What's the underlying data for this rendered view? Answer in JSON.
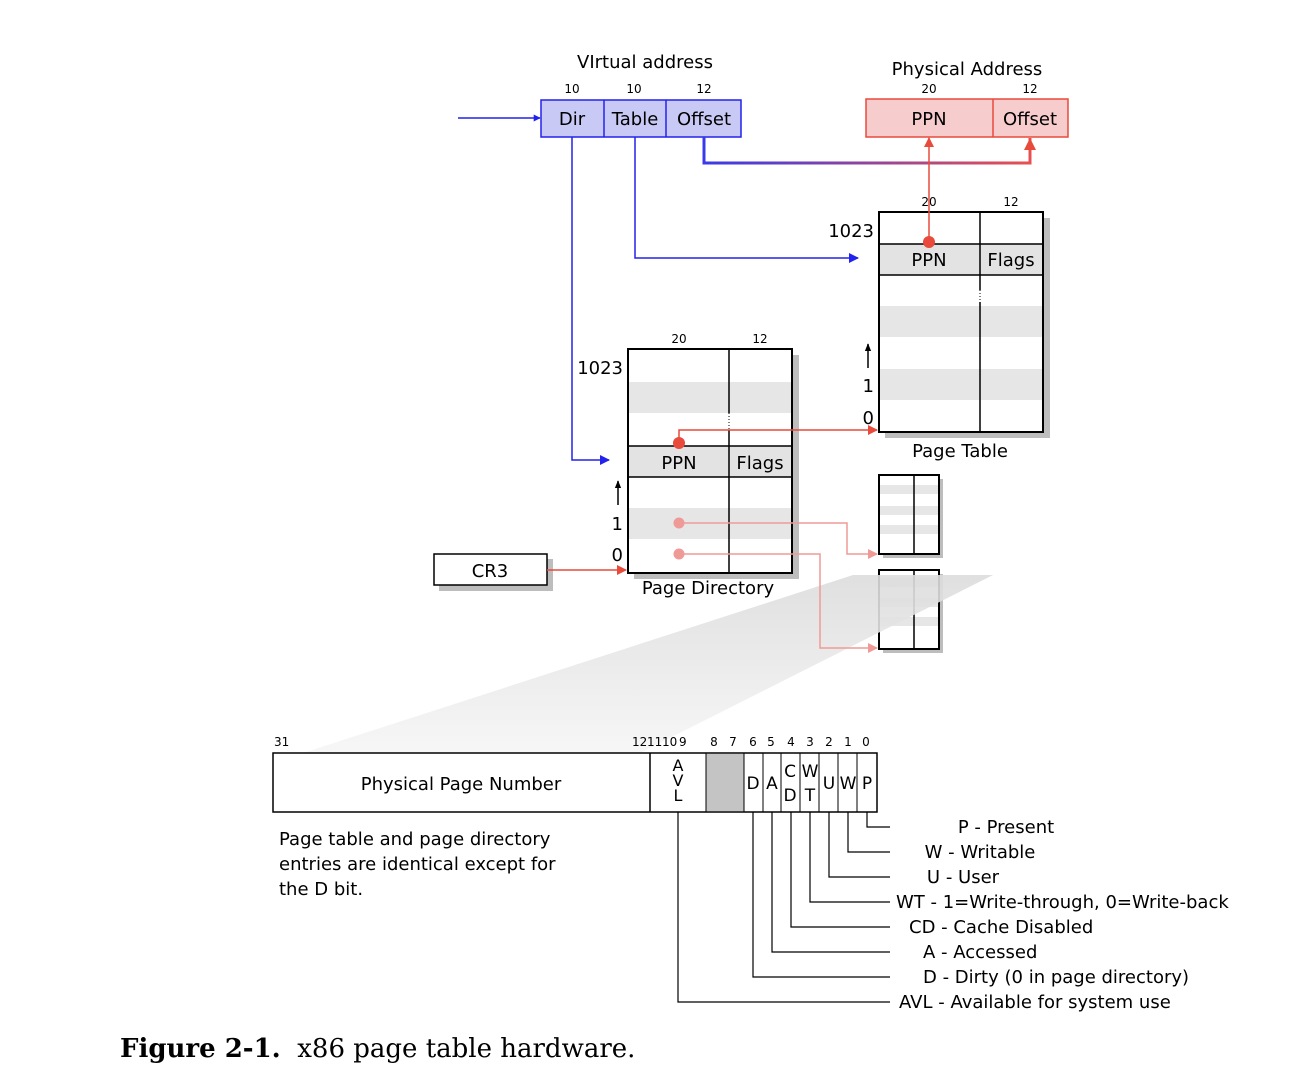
{
  "virtual_address": {
    "title": "VIrtual address",
    "bits": [
      "10",
      "10",
      "12"
    ],
    "fields": [
      "Dir",
      "Table",
      "Offset"
    ]
  },
  "physical_address": {
    "title": "Physical Address",
    "bits": [
      "20",
      "12"
    ],
    "fields": [
      "PPN",
      "Offset"
    ]
  },
  "page_table": {
    "title": "Page Table",
    "bits": [
      "20",
      "12"
    ],
    "top_index": "1023",
    "entry": [
      "PPN",
      "Flags"
    ],
    "index_one": "1",
    "index_zero": "0"
  },
  "page_directory": {
    "title": "Page Directory",
    "bits": [
      "20",
      "12"
    ],
    "top_index": "1023",
    "entry": [
      "PPN",
      "Flags"
    ],
    "index_one": "1",
    "index_zero": "0"
  },
  "cr3": "CR3",
  "pte": {
    "bit_positions": [
      "31",
      "12",
      "11",
      "10",
      "9",
      "8",
      "7",
      "6",
      "5",
      "4",
      "3",
      "2",
      "1",
      "0"
    ],
    "ppn_label": "Physical Page Number",
    "avl_letters": [
      "A",
      "V",
      "L"
    ],
    "d": "D",
    "a": "A",
    "cd": [
      "C",
      "D"
    ],
    "wt": [
      "W",
      "T"
    ],
    "u": "U",
    "w": "W",
    "p": "P",
    "note": [
      "Page table and page directory",
      "entries are identical except for",
      "the D bit."
    ],
    "legend": [
      "P - Present",
      "W - Writable",
      "U - User",
      "WT - 1=Write-through, 0=Write-back",
      "CD - Cache Disabled",
      "A - Accessed",
      "D - Dirty (0 in page directory)",
      "AVL - Available for system use"
    ]
  },
  "caption": {
    "figure": "Figure 2-1.",
    "text": "x86 page table hardware."
  },
  "colors": {
    "blue": "#2222ee",
    "red": "#e84a3c",
    "light_red": "#ef9a96",
    "va_fill": "#c9c9f5",
    "pa_fill": "#f6cccc",
    "row_gray": "#e6e6e6",
    "reserved_gray": "#c4c4c4"
  }
}
